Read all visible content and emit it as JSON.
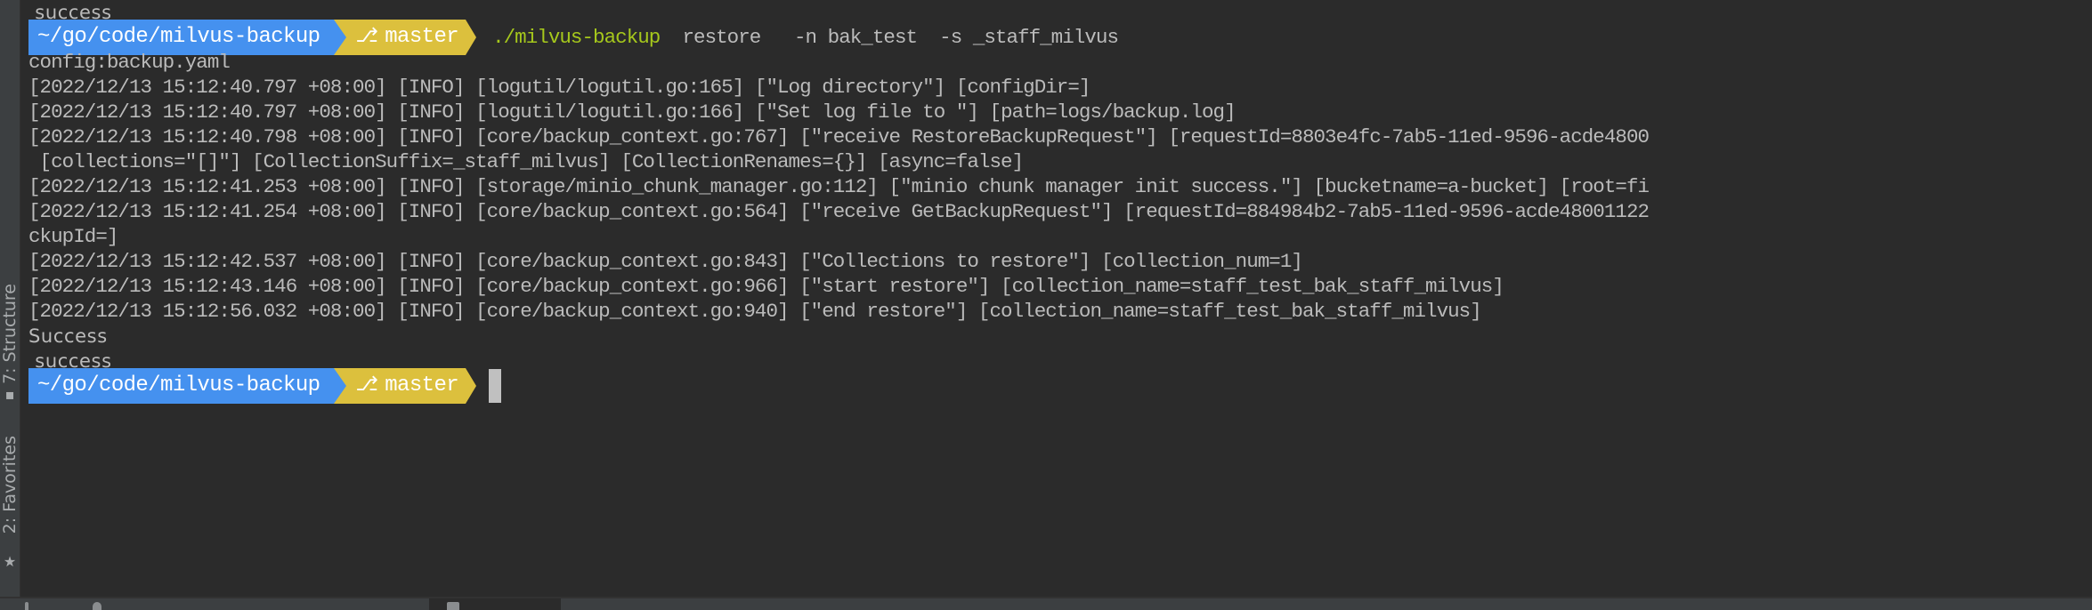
{
  "sidebar": {
    "tabs": [
      {
        "label": "7: Structure",
        "icon": "structure-icon"
      },
      {
        "label": "2: Favorites",
        "icon": "star-icon"
      }
    ]
  },
  "terminal": {
    "prompt": {
      "path": "~/go/code/milvus-backup",
      "branch": "master",
      "branch_icon": "⎇",
      "colors": {
        "path_bg": "#4591ef",
        "branch_bg": "#dcc03d",
        "command": "#a6c81c"
      }
    },
    "top_line": " success",
    "command": {
      "executable": "./milvus-backup",
      "args": "  restore   -n bak_test  -s _staff_milvus"
    },
    "output_lines": [
      "config:backup.yaml",
      "[2022/12/13 15:12:40.797 +08:00] [INFO] [logutil/logutil.go:165] [\"Log directory\"] [configDir=]",
      "[2022/12/13 15:12:40.797 +08:00] [INFO] [logutil/logutil.go:166] [\"Set log file to \"] [path=logs/backup.log]",
      "[2022/12/13 15:12:40.798 +08:00] [INFO] [core/backup_context.go:767] [\"receive RestoreBackupRequest\"] [requestId=8803e4fc-7ab5-11ed-9596-acde4800",
      " [collections=\"[]\"] [CollectionSuffix=_staff_milvus] [CollectionRenames={}] [async=false]",
      "[2022/12/13 15:12:41.253 +08:00] [INFO] [storage/minio_chunk_manager.go:112] [\"minio chunk manager init success.\"] [bucketname=a-bucket] [root=fi",
      "[2022/12/13 15:12:41.254 +08:00] [INFO] [core/backup_context.go:564] [\"receive GetBackupRequest\"] [requestId=884984b2-7ab5-11ed-9596-acde48001122",
      "ckupId=]",
      "[2022/12/13 15:12:42.537 +08:00] [INFO] [core/backup_context.go:843] [\"Collections to restore\"] [collection_num=1]",
      "[2022/12/13 15:12:43.146 +08:00] [INFO] [core/backup_context.go:966] [\"start restore\"] [collection_name=staff_test_bak_staff_milvus]",
      "[2022/12/13 15:12:56.032 +08:00] [INFO] [core/backup_context.go:940] [\"end restore\"] [collection_name=staff_test_bak_staff_milvus]"
    ],
    "result_line": "Success",
    "result_line_2": " success"
  }
}
